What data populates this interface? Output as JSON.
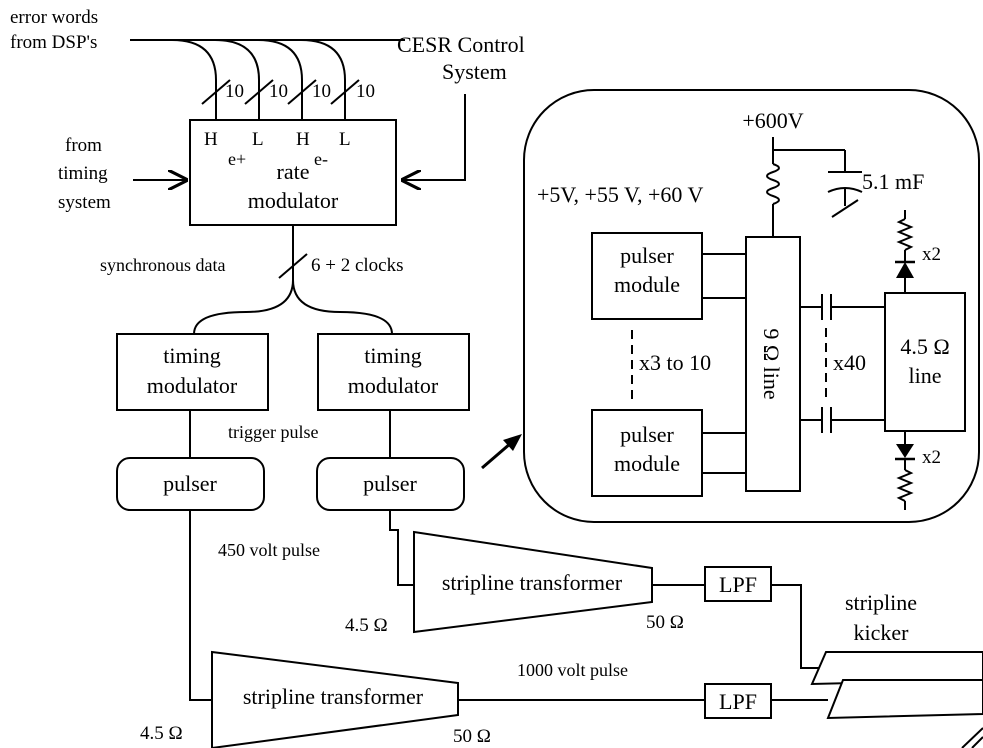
{
  "labels": {
    "error_words_1": "error words",
    "error_words_2": "from DSP's",
    "cesr_1": "CESR Control",
    "cesr_2": "System",
    "bus10_a": "10",
    "bus10_b": "10",
    "bus10_c": "10",
    "bus10_d": "10",
    "from_timing_1": "from",
    "from_timing_2": "timing",
    "from_timing_3": "system",
    "rm_H1": "H",
    "rm_L1": "L",
    "rm_H2": "H",
    "rm_L2": "L",
    "rm_eplus": "e+",
    "rm_eminus": "e-",
    "rm_title_1": "rate",
    "rm_title_2": "modulator",
    "sync_data": "synchronous data",
    "clocks": "6 + 2 clocks",
    "tm1_1": "timing",
    "tm1_2": "modulator",
    "tm2_1": "timing",
    "tm2_2": "modulator",
    "trigger_pulse": "trigger pulse",
    "pulser1": "pulser",
    "pulser2": "pulser",
    "volt450": "450 volt pulse",
    "volt1000": "1000 volt pulse",
    "st1": "stripline transformer",
    "st2": "stripline transformer",
    "ohm45_a": "4.5 Ω",
    "ohm50_a": "50 Ω",
    "ohm45_b": "4.5 Ω",
    "ohm50_b": "50 Ω",
    "lpf1": "LPF",
    "lpf2": "LPF",
    "kicker_1": "stripline",
    "kicker_2": "kicker",
    "v600": "+600V",
    "cap": "5.1 mF",
    "supplies": "+5V, +55 V, +60 V",
    "pm1_1": "pulser",
    "pm1_2": "module",
    "pm2_1": "pulser",
    "pm2_2": "module",
    "x3to10": "x3 to 10",
    "line9": "9 Ω line",
    "x40": "x40",
    "line45_1": "4.5 Ω",
    "line45_2": "line",
    "x2_top": "x2",
    "x2_bot": "x2"
  }
}
